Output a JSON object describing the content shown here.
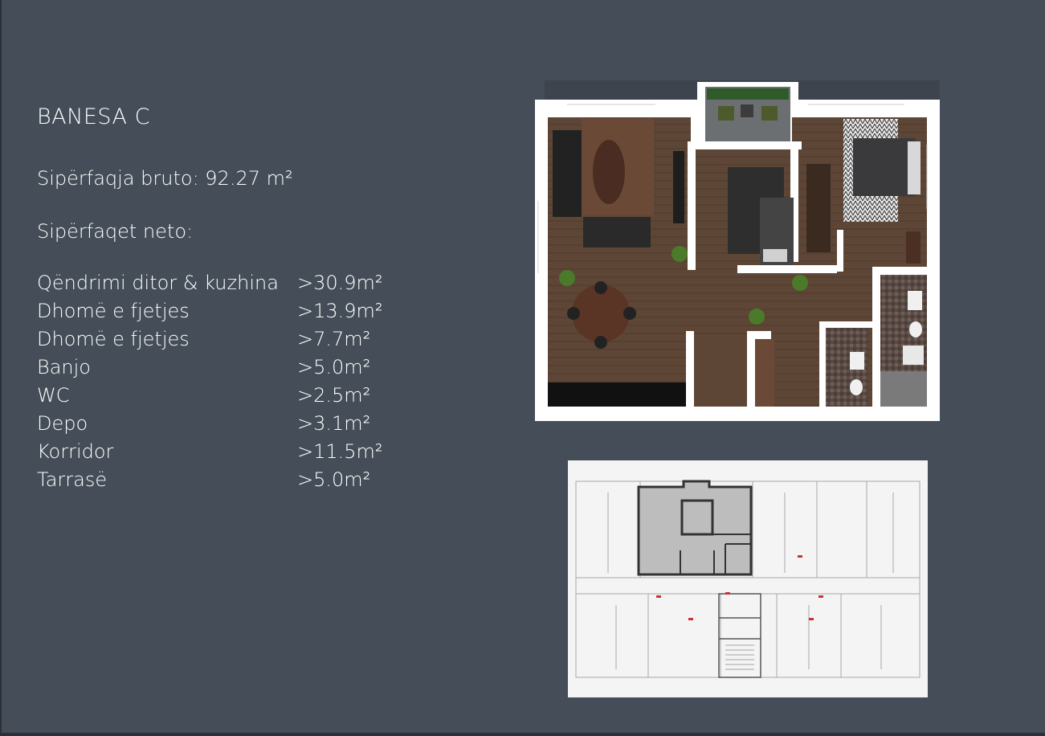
{
  "apartment": {
    "title": "BANESA  C",
    "gross_area": "Sipërfaqja bruto: 92.27 m²",
    "net_label": "Sipërfaqet neto:"
  },
  "rooms": [
    {
      "name": "Qëndrimi ditor & kuzhina",
      "area": ">30.9m²"
    },
    {
      "name": "Dhomë e fjetjes",
      "area": ">13.9m²"
    },
    {
      "name": "Dhomë e fjetjes",
      "area": ">7.7m²"
    },
    {
      "name": "Banjo",
      "area": ">5.0m²"
    },
    {
      "name": "WC",
      "area": ">2.5m²"
    },
    {
      "name": "Depo",
      "area": ">3.1m²"
    },
    {
      "name": "Korridor",
      "area": ">11.5m²"
    },
    {
      "name": "Tarrasë",
      "area": ">5.0m²"
    }
  ],
  "colors": {
    "background": "#454d58",
    "wall": "#ffffff",
    "floor": "#5e4636",
    "plan_highlight": "#bdbdbd"
  },
  "icons": {
    "floor_plan": "apartment-floor-plan-render",
    "key_plan": "building-key-plan"
  }
}
